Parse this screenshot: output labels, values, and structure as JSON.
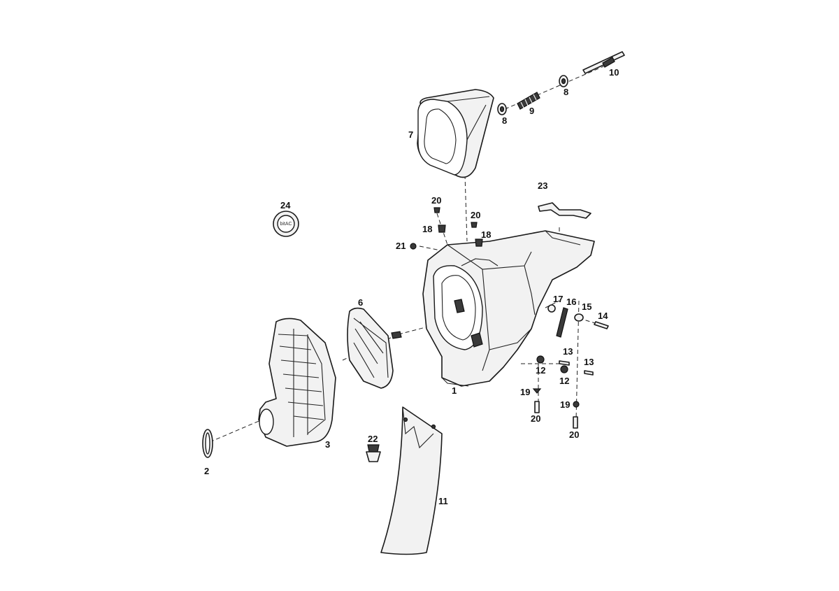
{
  "diagram": {
    "callouts": [
      {
        "id": "1",
        "label": "1"
      },
      {
        "id": "2",
        "label": "2"
      },
      {
        "id": "3",
        "label": "3"
      },
      {
        "id": "6",
        "label": "6"
      },
      {
        "id": "7",
        "label": "7"
      },
      {
        "id": "8a",
        "label": "8"
      },
      {
        "id": "8b",
        "label": "8"
      },
      {
        "id": "9",
        "label": "9"
      },
      {
        "id": "10",
        "label": "10"
      },
      {
        "id": "11",
        "label": "11"
      },
      {
        "id": "12a",
        "label": "12"
      },
      {
        "id": "12b",
        "label": "12"
      },
      {
        "id": "13a",
        "label": "13"
      },
      {
        "id": "13b",
        "label": "13"
      },
      {
        "id": "14",
        "label": "14"
      },
      {
        "id": "15",
        "label": "15"
      },
      {
        "id": "16",
        "label": "16"
      },
      {
        "id": "17",
        "label": "17"
      },
      {
        "id": "18a",
        "label": "18"
      },
      {
        "id": "18b",
        "label": "18"
      },
      {
        "id": "19a",
        "label": "19"
      },
      {
        "id": "19b",
        "label": "19"
      },
      {
        "id": "20a",
        "label": "20"
      },
      {
        "id": "20b",
        "label": "20"
      },
      {
        "id": "20c",
        "label": "20"
      },
      {
        "id": "20d",
        "label": "20"
      },
      {
        "id": "21",
        "label": "21"
      },
      {
        "id": "22",
        "label": "22"
      },
      {
        "id": "23",
        "label": "23"
      },
      {
        "id": "24",
        "label": "24"
      }
    ],
    "logo_text": "bitAC"
  }
}
